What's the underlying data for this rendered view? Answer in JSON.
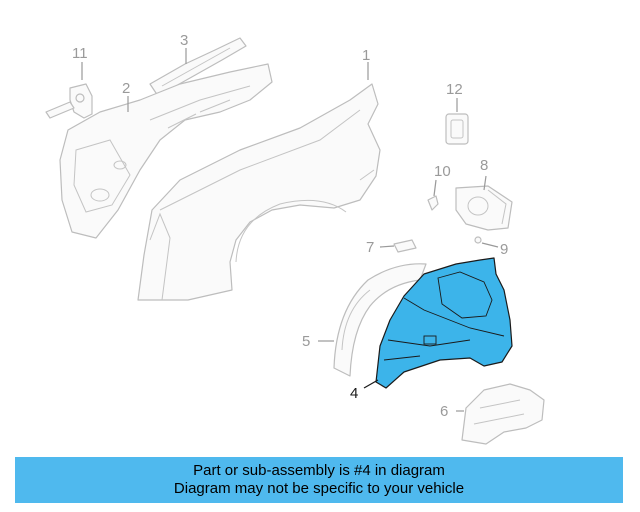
{
  "colors": {
    "highlight": "#3cb4ea",
    "banner": "#4fb9ee",
    "callout": "#9a9a9a",
    "callout_active": "#1a1a1a"
  },
  "callouts": {
    "c1": "1",
    "c2": "2",
    "c3": "3",
    "c4": "4",
    "c5": "5",
    "c6": "6",
    "c7": "7",
    "c8": "8",
    "c9": "9",
    "c10": "10",
    "c11": "11",
    "c12": "12"
  },
  "banner": {
    "line1": "Part or sub-assembly is #4 in diagram",
    "line2": "Diagram may not be specific to your vehicle"
  }
}
